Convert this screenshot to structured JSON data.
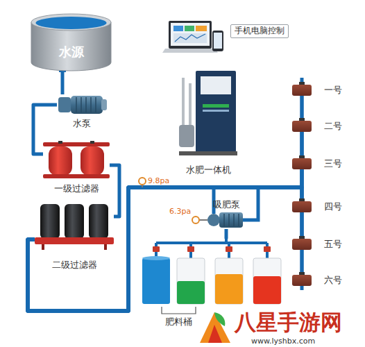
{
  "diagram": {
    "nodes": [
      {
        "text": [
          "水源"
        ]
      },
      {
        "text": [
          "水泵"
        ]
      },
      {
        "text": [
          "一级过滤器"
        ]
      },
      {
        "text": [
          "二级过滤器"
        ]
      },
      {
        "text": [
          "手机电脑控制"
        ]
      },
      {
        "text": [
          "水肥一体机"
        ]
      },
      {
        "text": [
          "吸肥泵"
        ]
      },
      {
        "text": [
          "肥料桶"
        ]
      },
      {
        "text": [
          "一号"
        ]
      },
      {
        "text": [
          "二号"
        ]
      },
      {
        "text": [
          "三号"
        ]
      },
      {
        "text": [
          "四号"
        ]
      },
      {
        "text": [
          "五号"
        ]
      },
      {
        "text": [
          "六号"
        ]
      }
    ],
    "edges": [
      {
        "from": 0,
        "to": 1,
        "arrow": "none"
      },
      {
        "from": 1,
        "to": 2,
        "arrow": "none"
      },
      {
        "from": 2,
        "to": 3,
        "arrow": "none"
      },
      {
        "from": 3,
        "to": 8,
        "arrow": "none"
      },
      {
        "from": 3,
        "to": 9,
        "arrow": "none"
      },
      {
        "from": 3,
        "to": 10,
        "arrow": "none"
      },
      {
        "from": 3,
        "to": 11,
        "arrow": "none"
      },
      {
        "from": 3,
        "to": 12,
        "arrow": "none"
      },
      {
        "from": 3,
        "to": 13,
        "arrow": "none"
      },
      {
        "from": 6,
        "to": 7,
        "arrow": "none"
      }
    ],
    "labels": [
      "9.8pa",
      "6.3pa",
      "八星手游网",
      "www.lyshbx.com"
    ]
  }
}
